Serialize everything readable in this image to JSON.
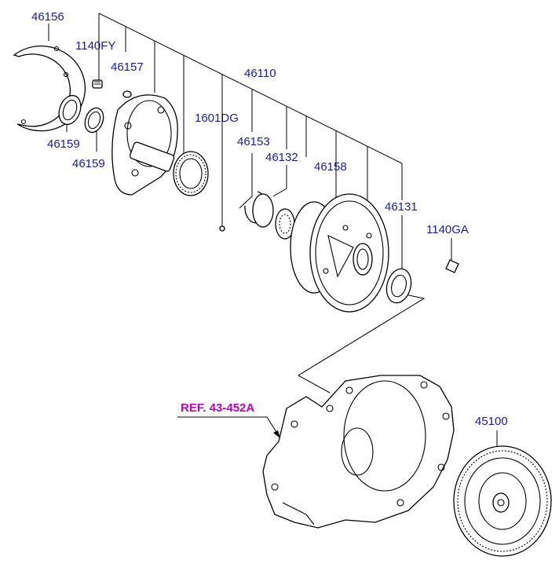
{
  "labels": {
    "p46156": "46156",
    "p1140FY": "1140FY",
    "p46157": "46157",
    "p46110": "46110",
    "p1601DG": "1601DG",
    "p46153": "46153",
    "p46132": "46132",
    "p46158": "46158",
    "p46131": "46131",
    "p1140GA": "1140GA",
    "p46159a": "46159",
    "p46159b": "46159",
    "p45100": "45100",
    "ref": "REF. 43-452A"
  },
  "colors": {
    "label": "#1a1ab0",
    "reference": "#c000c0",
    "line": "#000000"
  }
}
